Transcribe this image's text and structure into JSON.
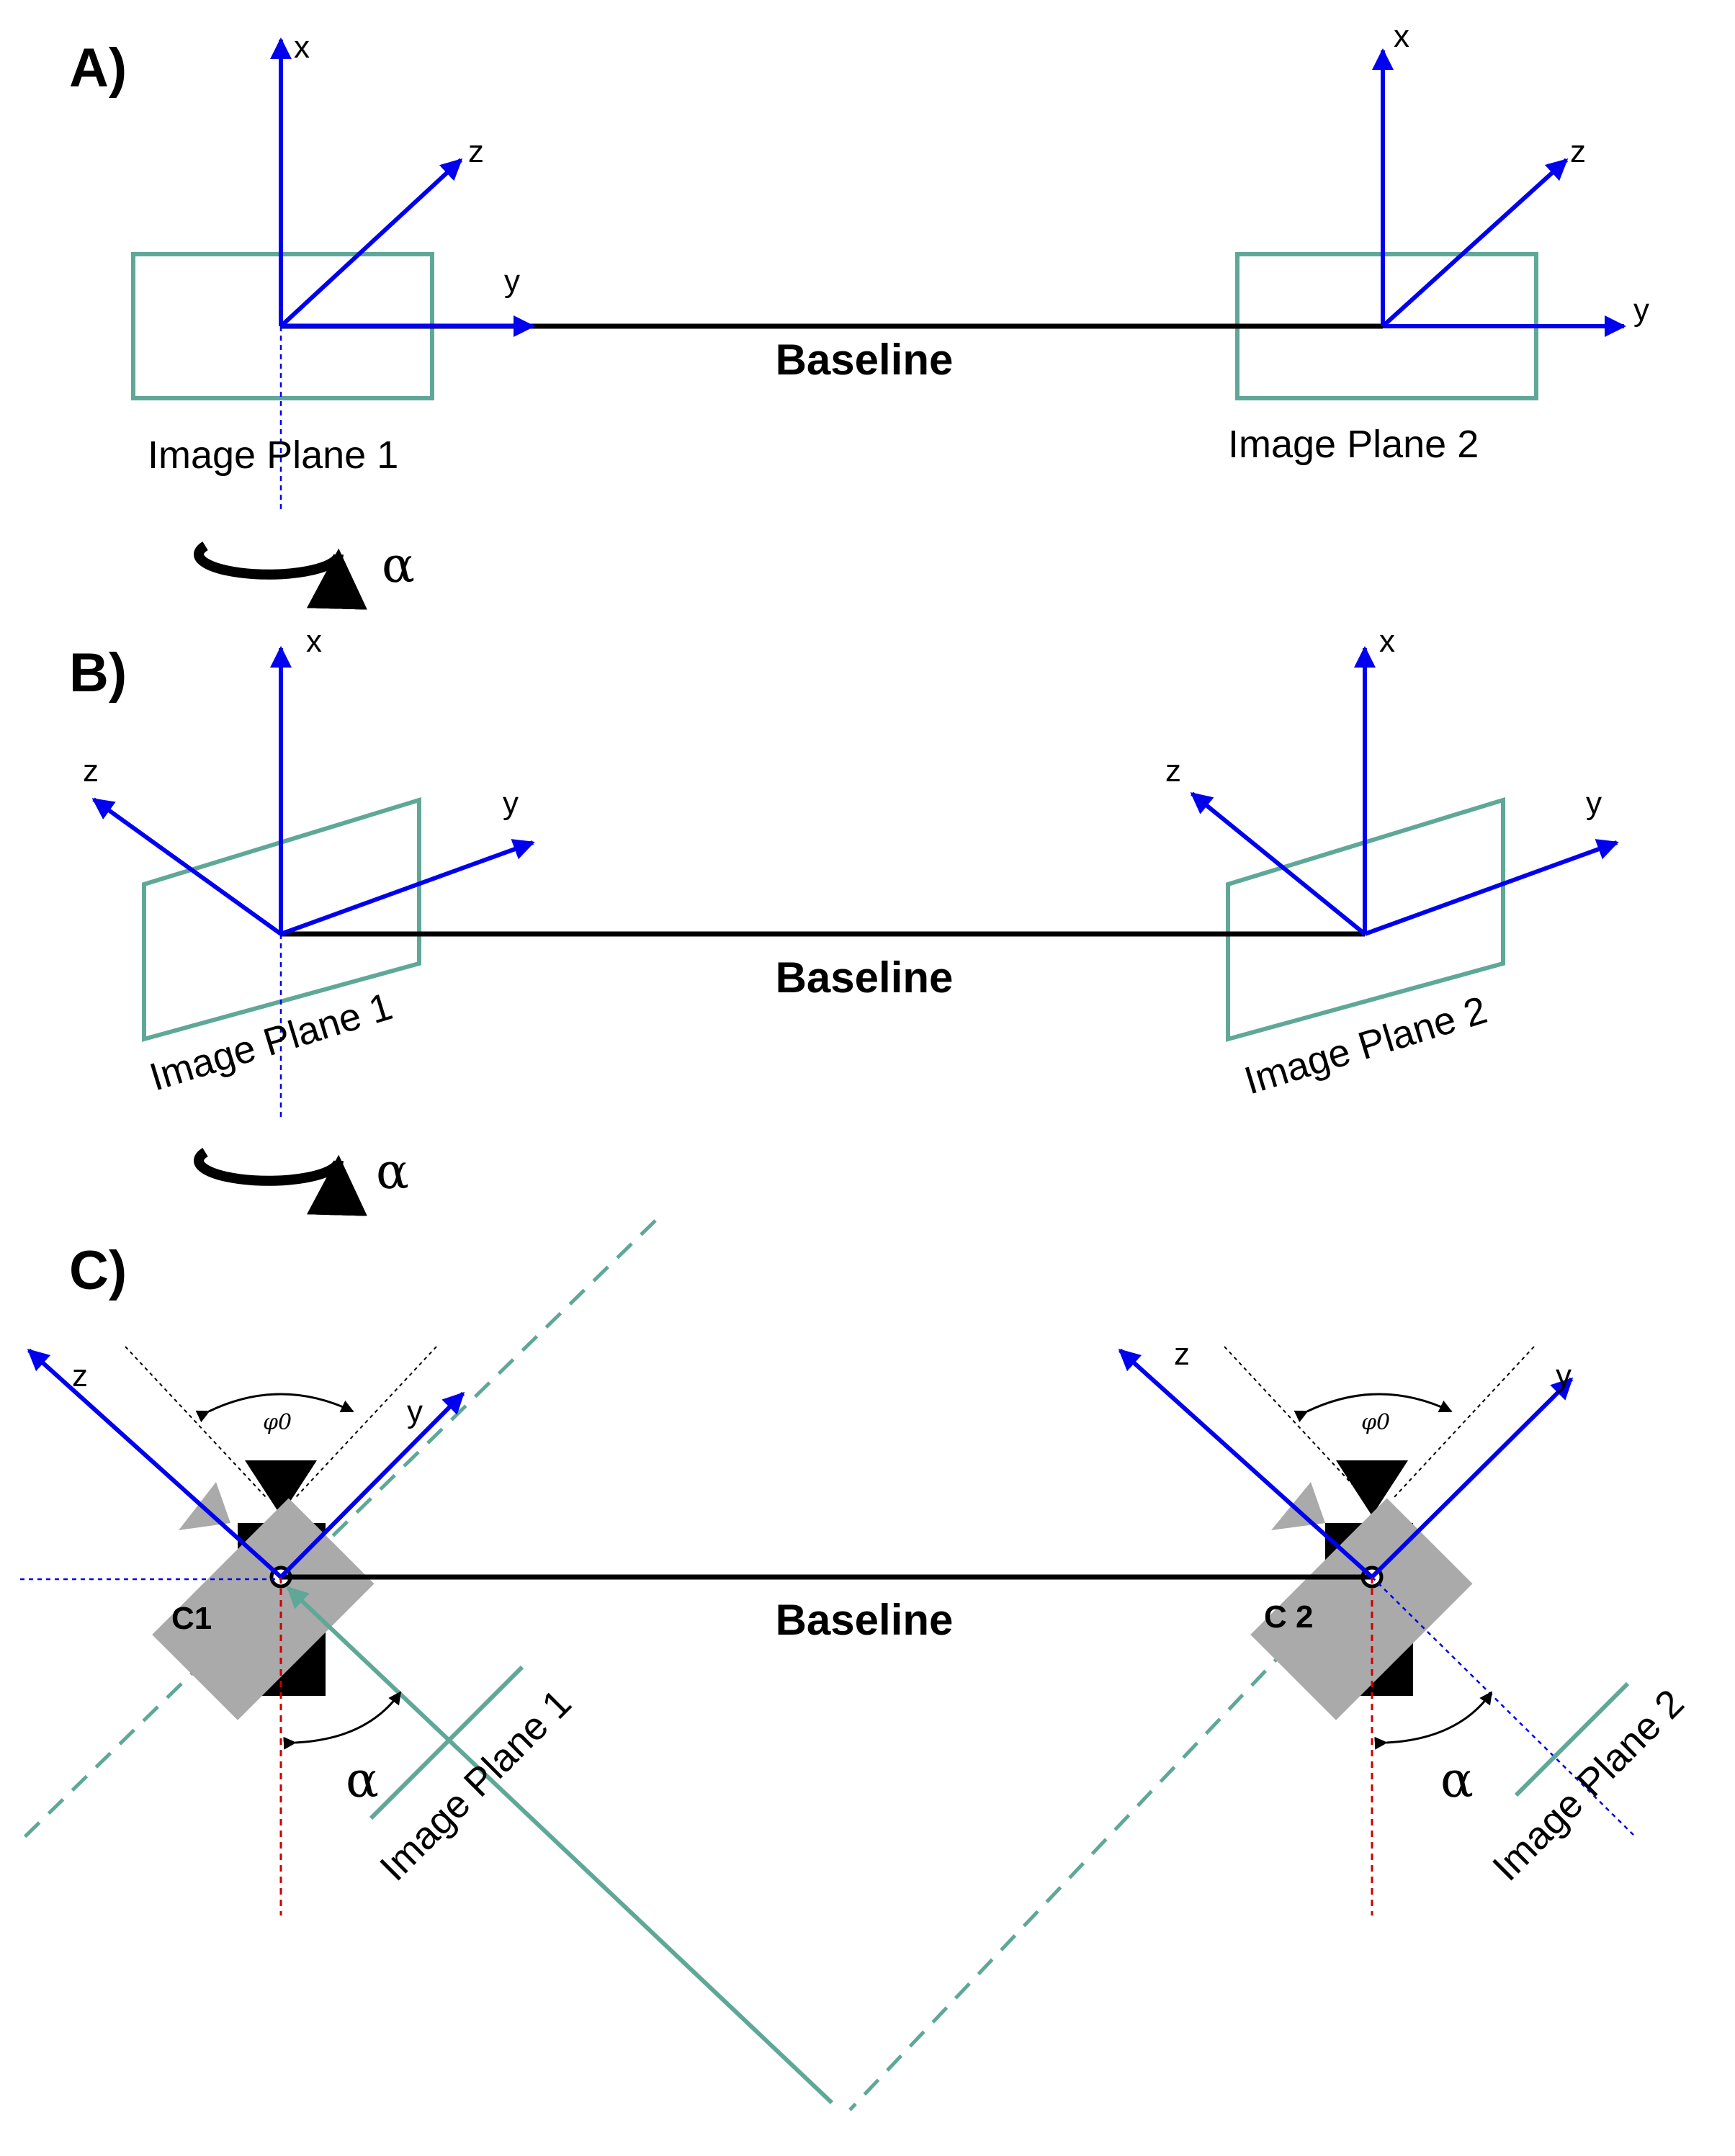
{
  "colors": {
    "axis": "#0000ee",
    "image_plane": "#5fa898",
    "baseline": "#000000",
    "camera_body": "#000000",
    "camera_rotated": "#aaaaaa",
    "optical_axis_rotated": "#cc0000",
    "dashed_guides": "#5fa898"
  },
  "panels": {
    "a": {
      "label": "A)",
      "axes": {
        "x": "x",
        "y": "y",
        "z": "z"
      },
      "baseline": "Baseline",
      "plane1": "Image Plane 1",
      "plane2": "Image Plane 2",
      "alpha": "α"
    },
    "b": {
      "label": "B)",
      "axes": {
        "x": "x",
        "y": "y",
        "z": "z"
      },
      "baseline": "Baseline",
      "plane1": "Image Plane 1",
      "plane2": "Image Plane 2",
      "alpha": "α"
    },
    "c": {
      "label": "C)",
      "axes": {
        "y": "y",
        "z": "z"
      },
      "baseline": "Baseline",
      "camera1": "C1",
      "camera2": "C 2",
      "plane1": "Image Plane 1",
      "plane2": "Image Plane 2",
      "alpha": "α",
      "fov": "φ0"
    }
  }
}
